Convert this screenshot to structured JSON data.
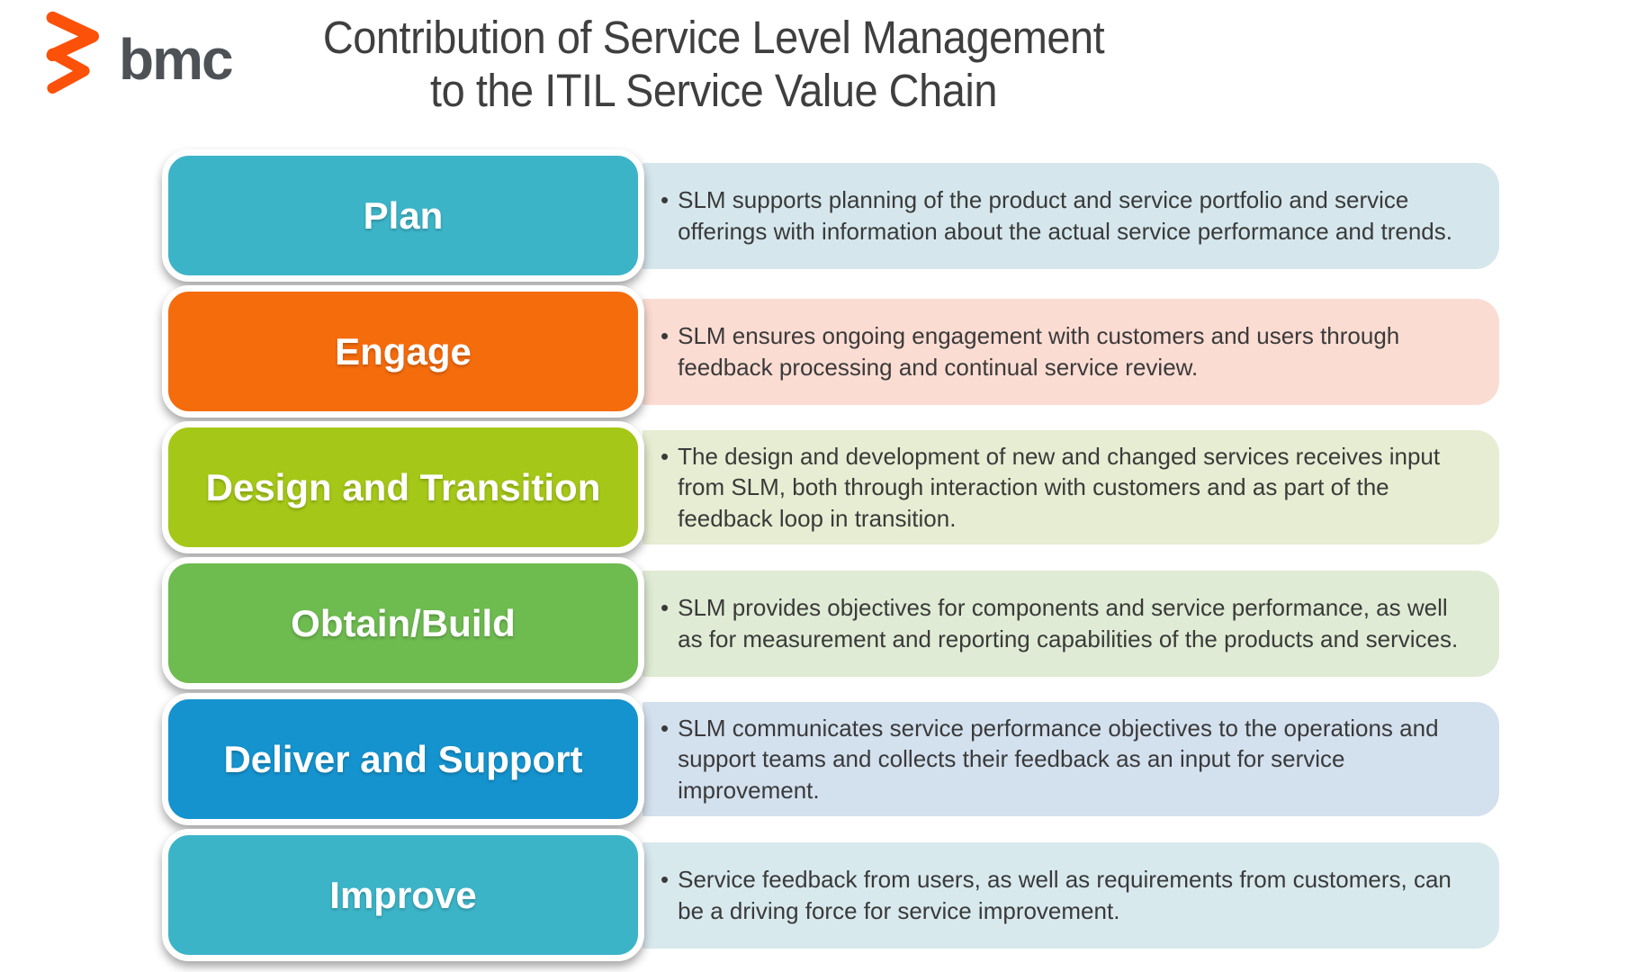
{
  "header": {
    "logo_text": "bmc",
    "logo_color": "#FB5108",
    "logo_text_color": "#4E5256",
    "title_line1": "Contribution of Service Level Management",
    "title_line2": "to the ITIL Service Value Chain",
    "title_color": "#3F3F3F"
  },
  "bullet_char": "•",
  "rows": [
    {
      "label": "Plan",
      "box_color": "#3CB4C8",
      "panel_color": "#D5E7EC",
      "description": "SLM supports planning of the product and service portfolio and service offerings with information about the actual service performance and trends."
    },
    {
      "label": "Engage",
      "box_color": "#F56C0D",
      "panel_color": "#FBDCD2",
      "description": "SLM ensures ongoing engagement with customers and users through feedback processing and continual service review."
    },
    {
      "label": "Design and Transition",
      "box_color": "#A5C717",
      "panel_color": "#E6EDD2",
      "description": "The design and development of new and changed services receives input from SLM, both through interaction with customers and as part of the feedback loop in transition."
    },
    {
      "label": "Obtain/Build",
      "box_color": "#6EBB50",
      "panel_color": "#DFEBD4",
      "description": "SLM provides objectives for components and service performance, as well as for measurement and reporting capabilities of the products and services."
    },
    {
      "label": "Deliver and Support",
      "box_color": "#1593CE",
      "panel_color": "#D3E0EE",
      "description": "SLM communicates service performance objectives to the operations and support teams and collects their feedback as an input for service improvement."
    },
    {
      "label": "Improve",
      "box_color": "#3CB4C8",
      "panel_color": "#D8E9EE",
      "description": "Service feedback from users, as well as requirements from customers, can be a driving force for service improvement."
    }
  ]
}
